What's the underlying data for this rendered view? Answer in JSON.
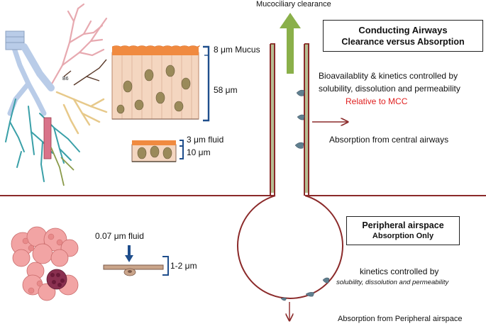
{
  "labels": {
    "mucociliary": "Mucociliary clearance",
    "conducting_title": "Conducting Airways",
    "conducting_subtitle": "Clearance versus Absorption",
    "bio_line1": "Bioavailablity  & kinetics controlled by",
    "bio_line2": "solubility, dissolution and permeability",
    "bio_line3": "Relative to MCC",
    "absorption_central": "Absorption from central airways",
    "mucus": "8 μm Mucus",
    "thick_58": "58 μm",
    "fluid_3": "3 μm fluid",
    "thick_10": "10 μm",
    "peripheral_title": "Peripheral airspace",
    "peripheral_subtitle": "Absorption Only",
    "fluid_007": "0.07 μm fluid",
    "thick_12": "1-2 μm",
    "kinetics_line1": "kinetics controlled by",
    "kinetics_line2": "solubility, dissolution and permeability",
    "absorption_peripheral": "Absorption from Peripheral airspace",
    "bronchus_label": "B6"
  },
  "colors": {
    "airway": "#8b2a2a",
    "mcc_arrow": "#8ab04a",
    "bracket": "#1f4e8c",
    "relative_red": "#e02020",
    "mucus_orange": "#f08a40",
    "tissue": "#f4d6c0",
    "particle": "#5f7f8f"
  }
}
